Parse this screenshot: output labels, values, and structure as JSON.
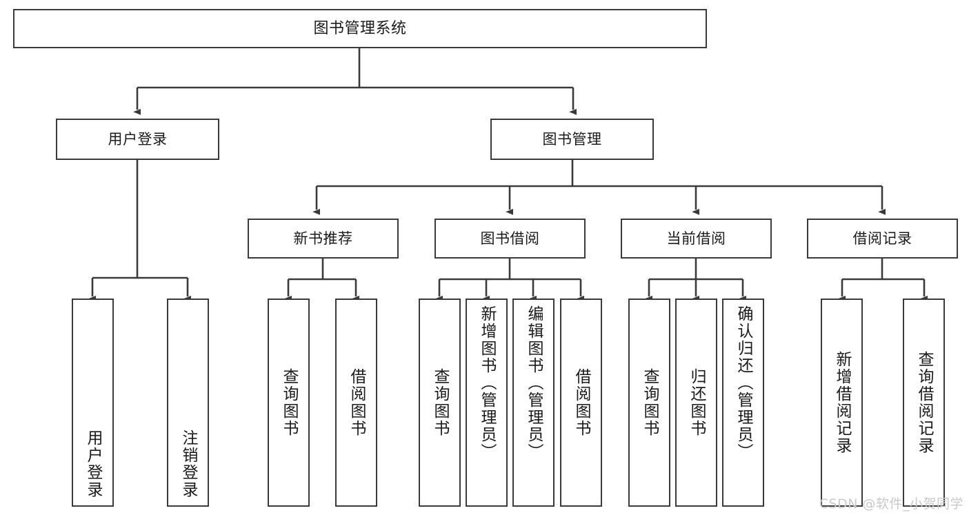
{
  "diagram": {
    "title": "图书管理系统",
    "type": "hierarchy-tree",
    "background_color": "#ffffff",
    "box_border_color": "#3a3a3a",
    "text_color": "#1a1a1a",
    "watermark": "CSDN @软件_小贺同学",
    "watermark_color": "#c9c9c9"
  },
  "nodes": {
    "root": {
      "label": "图书管理系统"
    },
    "level2": [
      {
        "id": "user-login",
        "label": "用户登录"
      },
      {
        "id": "book-manage",
        "label": "图书管理"
      }
    ],
    "level3": [
      {
        "id": "new-book-recommend",
        "label": "新书推荐"
      },
      {
        "id": "book-borrow",
        "label": "图书借阅"
      },
      {
        "id": "current-borrow",
        "label": "当前借阅"
      },
      {
        "id": "borrow-record",
        "label": "借阅记录"
      }
    ],
    "leaves": {
      "user_login": [
        {
          "id": "leaf-user-login",
          "label": "用户登录"
        },
        {
          "id": "leaf-user-logout",
          "label": "注销登录"
        }
      ],
      "new_book_recommend": [
        {
          "id": "leaf-query-book-1",
          "label": "查询图书"
        },
        {
          "id": "leaf-borrow-book-1",
          "label": "借阅图书"
        }
      ],
      "book_borrow": [
        {
          "id": "leaf-query-book-2",
          "label": "查询图书"
        },
        {
          "id": "leaf-add-book",
          "label": "新增图书（管理员）"
        },
        {
          "id": "leaf-edit-book",
          "label": "编辑图书（管理员）"
        },
        {
          "id": "leaf-borrow-book-2",
          "label": "借阅图书"
        }
      ],
      "current_borrow": [
        {
          "id": "leaf-query-book-3",
          "label": "查询图书"
        },
        {
          "id": "leaf-return-book",
          "label": "归还图书"
        },
        {
          "id": "leaf-confirm-return",
          "label": "确认归还（管理员）"
        }
      ],
      "borrow_record": [
        {
          "id": "leaf-add-record",
          "label": "新增借阅记录"
        },
        {
          "id": "leaf-query-record",
          "label": "查询借阅记录"
        }
      ]
    }
  }
}
